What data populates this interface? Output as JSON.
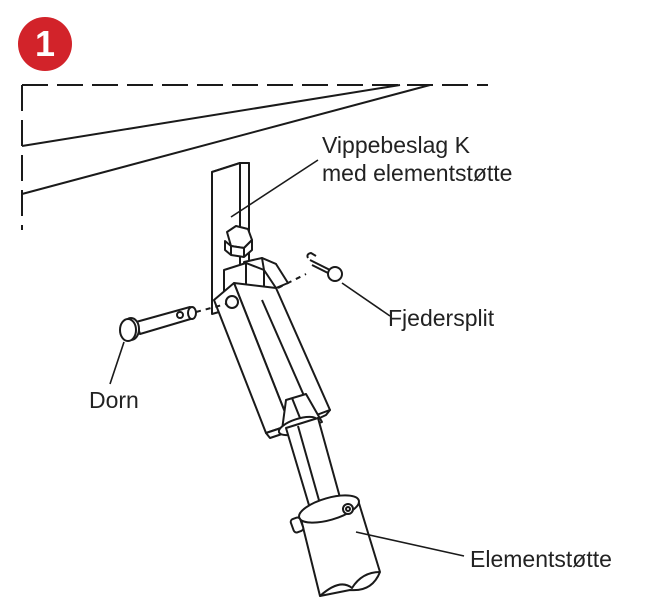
{
  "step": {
    "number": "1",
    "color": "#d2232a"
  },
  "labels": {
    "vippebeslag_line1": "Vippebeslag K",
    "vippebeslag_line2": "med elementstøtte",
    "fjedersplit": "Fjedersplit",
    "dorn": "Dorn",
    "elementstotte": "Elementstøtte"
  },
  "colors": {
    "line": "#1a1a1a",
    "text": "#222222",
    "background": "#ffffff"
  }
}
